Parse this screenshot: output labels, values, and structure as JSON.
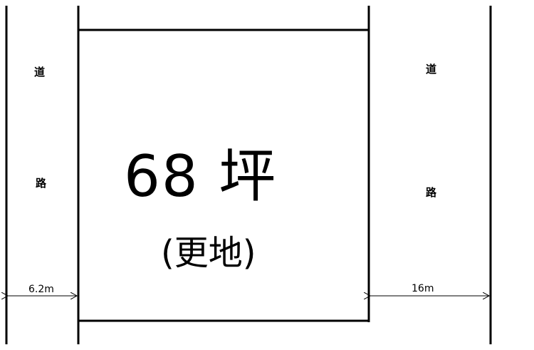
{
  "left_road": {
    "char1": "道",
    "char2": "路",
    "width": "6.2m"
  },
  "right_road": {
    "char1": "道",
    "char2": "路",
    "width": "16m"
  },
  "lot": {
    "area": "68 坪",
    "status": "(更地)"
  }
}
